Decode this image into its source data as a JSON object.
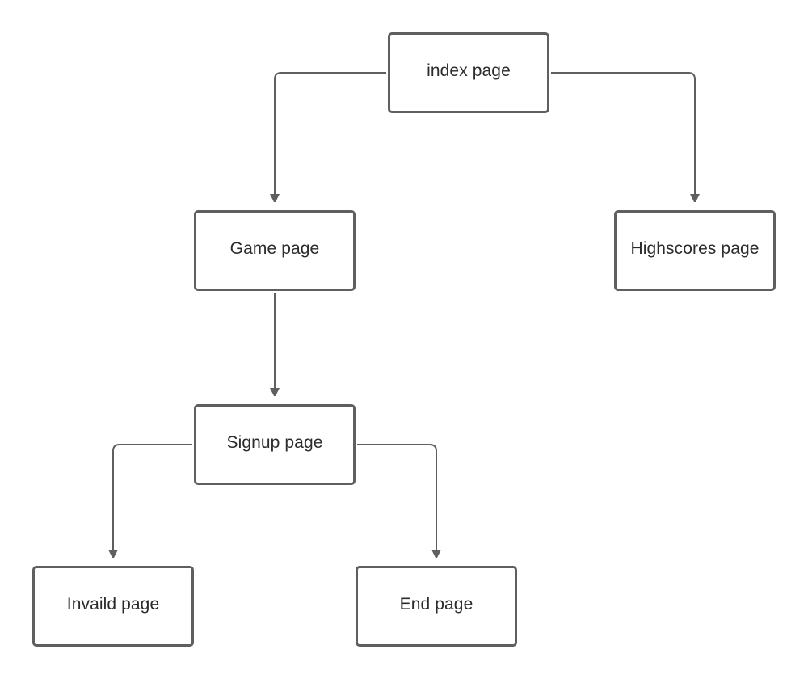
{
  "diagram": {
    "nodes": {
      "index": "index page",
      "game": "Game page",
      "highscores": "Highscores page",
      "signup": "Signup page",
      "invalid": "Invaild page",
      "end": "End page"
    },
    "edges": [
      {
        "from": "index page",
        "to": "Game page"
      },
      {
        "from": "index page",
        "to": "Highscores page"
      },
      {
        "from": "Game page",
        "to": "Signup page"
      },
      {
        "from": "Signup page",
        "to": "Invaild page"
      },
      {
        "from": "Signup page",
        "to": "End page"
      }
    ],
    "colors": {
      "stroke": "#5f5f5f",
      "text": "#2b2b2b",
      "background": "#ffffff"
    }
  }
}
